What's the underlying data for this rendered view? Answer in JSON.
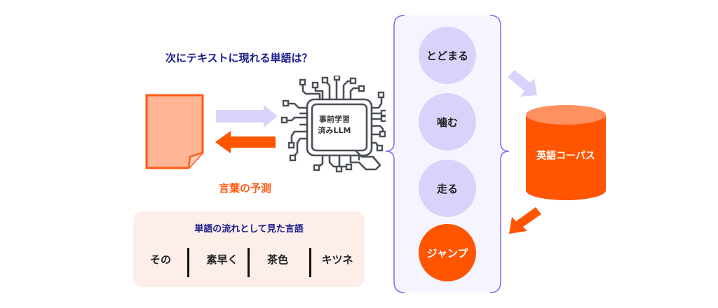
{
  "question": "次にテキストに現れる単語は？",
  "prediction_label": "言葉の予測",
  "llm": {
    "icon": "chip-icon",
    "line1": "事前学習",
    "line2": "済みLLM"
  },
  "document_icon": "document-icon",
  "word_stream": {
    "title": "単語の流れとして見た言語",
    "words": [
      "その",
      "素早く",
      "茶色",
      "キツネ"
    ]
  },
  "candidates": [
    {
      "label": "とどまる",
      "selected": false
    },
    {
      "label": "噛む",
      "selected": false
    },
    {
      "label": "走る",
      "selected": false
    },
    {
      "label": "ジャンプ",
      "selected": true
    }
  ],
  "corpus": {
    "icon": "database-icon",
    "label": "英語コーパス"
  },
  "colors": {
    "navy": "#1a1a8c",
    "orange": "#ff5500",
    "light_orange": "#ffb594",
    "lavender": "#d9d3fb",
    "panel_bg": "#fdeeea",
    "bracket": "#7b6cf0"
  }
}
